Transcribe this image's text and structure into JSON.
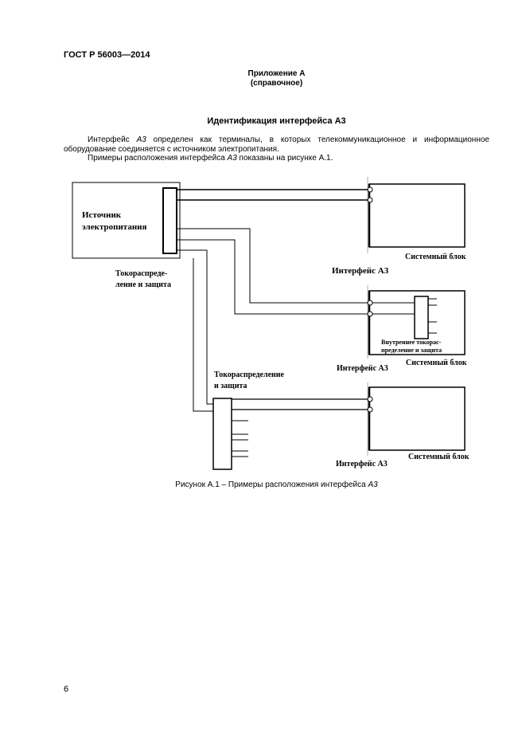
{
  "header": {
    "standard": "ГОСТ Р 56003—2014"
  },
  "appendix": {
    "title": "Приложение А",
    "subtitle": "(справочное)"
  },
  "section_title": "Идентификация интерфейса А3",
  "paragraphs": [
    {
      "part1": "Интерфейс ",
      "term": "А3",
      "part2": " определен как терминалы, в которых телекоммуникационное и информационное оборудование соединяется с источником электропитания."
    },
    {
      "part1": "Примеры расположения интерфейса ",
      "term": "А3",
      "part2": " показаны на рисунке А.1."
    }
  ],
  "figure": {
    "power_source": [
      "Источник",
      "электропитания"
    ],
    "main_distribution": [
      "Токораспреде-",
      "ление и защита"
    ],
    "interface_1": "Интерфейс А3",
    "system_block_1": "Системный блок",
    "internal_distribution": [
      "Внутреннее токорас-",
      "пределение и защита"
    ],
    "interface_2": "Интерфейс А3",
    "system_block_2": "Системный блок",
    "external_distribution": [
      "Токораспределение",
      "и защита"
    ],
    "interface_3": "Интерфейс А3",
    "system_block_3": "Системный блок"
  },
  "caption": {
    "text": "Рисунок А.1 – Примеры расположения интерфейса ",
    "term": "А3"
  },
  "page_number": "6"
}
